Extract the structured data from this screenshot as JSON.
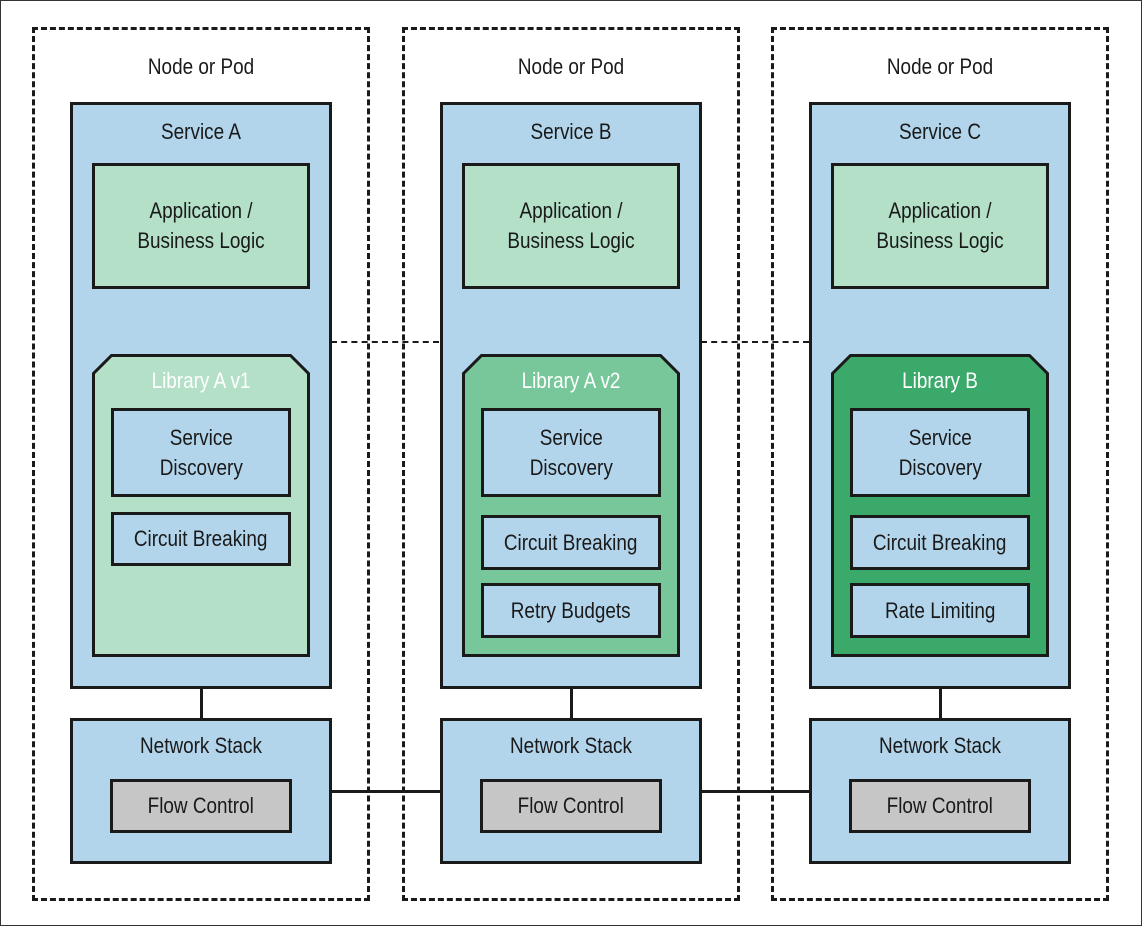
{
  "colors": {
    "service_fill": "#b3d5ec",
    "app_fill": "#b3e0c6",
    "inner_fill": "#b3d5ec",
    "flow_fill": "#c6c6c6",
    "library_fills": [
      "#b3e0c6",
      "#77c79a",
      "#3aa96a"
    ]
  },
  "columns": [
    {
      "pod_label": "Node or Pod",
      "service_label": "Service A",
      "app_label": "Application /\nBusiness Logic",
      "library": {
        "label": "Library A v1",
        "features": [
          "Service\nDiscovery",
          "Circuit Breaking"
        ]
      },
      "network_label": "Network Stack",
      "flow_label": "Flow Control"
    },
    {
      "pod_label": "Node or Pod",
      "service_label": "Service B",
      "app_label": "Application /\nBusiness Logic",
      "library": {
        "label": "Library A v2",
        "features": [
          "Service\nDiscovery",
          "Circuit Breaking",
          "Retry Budgets"
        ]
      },
      "network_label": "Network Stack",
      "flow_label": "Flow Control"
    },
    {
      "pod_label": "Node or Pod",
      "service_label": "Service C",
      "app_label": "Application /\nBusiness Logic",
      "library": {
        "label": "Library B",
        "features": [
          "Service\nDiscovery",
          "Circuit Breaking",
          "Rate Limiting"
        ]
      },
      "network_label": "Network Stack",
      "flow_label": "Flow Control"
    }
  ]
}
